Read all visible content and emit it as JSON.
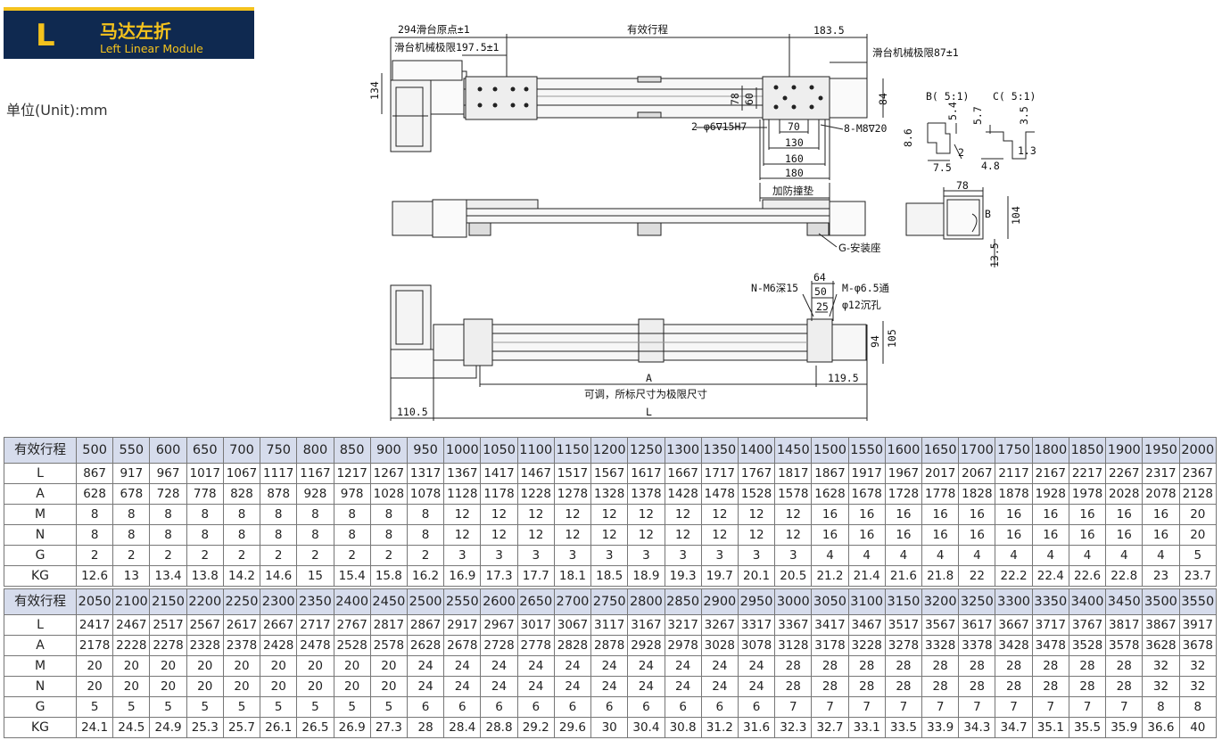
{
  "header": {
    "letter": "L",
    "title_cn": "马达左折",
    "title_en": "Left Linear Module"
  },
  "unit_label": "单位(Unit):mm",
  "drawing": {
    "top_view": {
      "d1": "294滑台原点±1",
      "d2": "有效行程",
      "d3": "183.5",
      "d4": "滑台机械极限197.5±1",
      "d5": "滑台机械极限87±1",
      "d6": "134",
      "d7": "78",
      "d8": "60",
      "d9": "84",
      "d10": "70",
      "d11": "2-φ6∇15H7",
      "d12": "8-M8∇20",
      "d13": "130",
      "d14": "160",
      "d15": "180"
    },
    "detail_b": {
      "title": "B( 5:1)",
      "d1": "5.4",
      "d2": "8.6",
      "d3": "2",
      "d4": "7.5"
    },
    "detail_c": {
      "title": "C( 5:1)",
      "d1": "5.7",
      "d2": "3.5",
      "d3": "1.3",
      "d4": "4.8"
    },
    "side_view": {
      "d1": "加防撞垫",
      "d2": "G-安装座"
    },
    "end_view": {
      "d1": "78",
      "d2": "104",
      "d3": "13.5",
      "d4": "B"
    },
    "bottom_view": {
      "d1": "64",
      "d2": "50",
      "d3": "25",
      "d4": "N-M6深15",
      "d5": "M-φ6.5通",
      "d6": "φ12沉孔",
      "d7": "94",
      "d8": "105",
      "d9": "A",
      "d10": "119.5",
      "d11": "可调，所标尺寸为极限尺寸",
      "d12": "110.5",
      "d13": "L"
    }
  },
  "table1": {
    "header_label": "有效行程",
    "strokes": [
      "500",
      "550",
      "600",
      "650",
      "700",
      "750",
      "800",
      "850",
      "900",
      "950",
      "1000",
      "1050",
      "1100",
      "1150",
      "1200",
      "1250",
      "1300",
      "1350",
      "1400",
      "1450",
      "1500",
      "1550",
      "1600",
      "1650",
      "1700",
      "1750",
      "1800",
      "1850",
      "1900",
      "1950",
      "2000"
    ],
    "rows": [
      {
        "label": "L",
        "values": [
          "867",
          "917",
          "967",
          "1017",
          "1067",
          "1117",
          "1167",
          "1217",
          "1267",
          "1317",
          "1367",
          "1417",
          "1467",
          "1517",
          "1567",
          "1617",
          "1667",
          "1717",
          "1767",
          "1817",
          "1867",
          "1917",
          "1967",
          "2017",
          "2067",
          "2117",
          "2167",
          "2217",
          "2267",
          "2317",
          "2367"
        ]
      },
      {
        "label": "A",
        "values": [
          "628",
          "678",
          "728",
          "778",
          "828",
          "878",
          "928",
          "978",
          "1028",
          "1078",
          "1128",
          "1178",
          "1228",
          "1278",
          "1328",
          "1378",
          "1428",
          "1478",
          "1528",
          "1578",
          "1628",
          "1678",
          "1728",
          "1778",
          "1828",
          "1878",
          "1928",
          "1978",
          "2028",
          "2078",
          "2128"
        ]
      },
      {
        "label": "M",
        "values": [
          "8",
          "8",
          "8",
          "8",
          "8",
          "8",
          "8",
          "8",
          "8",
          "8",
          "12",
          "12",
          "12",
          "12",
          "12",
          "12",
          "12",
          "12",
          "12",
          "12",
          "16",
          "16",
          "16",
          "16",
          "16",
          "16",
          "16",
          "16",
          "16",
          "16",
          "20"
        ]
      },
      {
        "label": "N",
        "values": [
          "8",
          "8",
          "8",
          "8",
          "8",
          "8",
          "8",
          "8",
          "8",
          "8",
          "12",
          "12",
          "12",
          "12",
          "12",
          "12",
          "12",
          "12",
          "12",
          "12",
          "16",
          "16",
          "16",
          "16",
          "16",
          "16",
          "16",
          "16",
          "16",
          "16",
          "20"
        ]
      },
      {
        "label": "G",
        "values": [
          "2",
          "2",
          "2",
          "2",
          "2",
          "2",
          "2",
          "2",
          "2",
          "2",
          "3",
          "3",
          "3",
          "3",
          "3",
          "3",
          "3",
          "3",
          "3",
          "3",
          "4",
          "4",
          "4",
          "4",
          "4",
          "4",
          "4",
          "4",
          "4",
          "4",
          "5"
        ]
      },
      {
        "label": "KG",
        "values": [
          "12.6",
          "13",
          "13.4",
          "13.8",
          "14.2",
          "14.6",
          "15",
          "15.4",
          "15.8",
          "16.2",
          "16.9",
          "17.3",
          "17.7",
          "18.1",
          "18.5",
          "18.9",
          "19.3",
          "19.7",
          "20.1",
          "20.5",
          "21.2",
          "21.4",
          "21.6",
          "21.8",
          "22",
          "22.2",
          "22.4",
          "22.6",
          "22.8",
          "23",
          "23.7"
        ]
      }
    ]
  },
  "table2": {
    "header_label": "有效行程",
    "strokes": [
      "2050",
      "2100",
      "2150",
      "2200",
      "2250",
      "2300",
      "2350",
      "2400",
      "2450",
      "2500",
      "2550",
      "2600",
      "2650",
      "2700",
      "2750",
      "2800",
      "2850",
      "2900",
      "2950",
      "3000",
      "3050",
      "3100",
      "3150",
      "3200",
      "3250",
      "3300",
      "3350",
      "3400",
      "3450",
      "3500",
      "3550"
    ],
    "rows": [
      {
        "label": "L",
        "values": [
          "2417",
          "2467",
          "2517",
          "2567",
          "2617",
          "2667",
          "2717",
          "2767",
          "2817",
          "2867",
          "2917",
          "2967",
          "3017",
          "3067",
          "3117",
          "3167",
          "3217",
          "3267",
          "3317",
          "3367",
          "3417",
          "3467",
          "3517",
          "3567",
          "3617",
          "3667",
          "3717",
          "3767",
          "3817",
          "3867",
          "3917"
        ]
      },
      {
        "label": "A",
        "values": [
          "2178",
          "2228",
          "2278",
          "2328",
          "2378",
          "2428",
          "2478",
          "2528",
          "2578",
          "2628",
          "2678",
          "2728",
          "2778",
          "2828",
          "2878",
          "2928",
          "2978",
          "3028",
          "3078",
          "3128",
          "3178",
          "3228",
          "3278",
          "3328",
          "3378",
          "3428",
          "3478",
          "3528",
          "3578",
          "3628",
          "3678"
        ]
      },
      {
        "label": "M",
        "values": [
          "20",
          "20",
          "20",
          "20",
          "20",
          "20",
          "20",
          "20",
          "20",
          "24",
          "24",
          "24",
          "24",
          "24",
          "24",
          "24",
          "24",
          "24",
          "24",
          "28",
          "28",
          "28",
          "28",
          "28",
          "28",
          "28",
          "28",
          "28",
          "28",
          "32",
          "32"
        ]
      },
      {
        "label": "N",
        "values": [
          "20",
          "20",
          "20",
          "20",
          "20",
          "20",
          "20",
          "20",
          "20",
          "24",
          "24",
          "24",
          "24",
          "24",
          "24",
          "24",
          "24",
          "24",
          "24",
          "28",
          "28",
          "28",
          "28",
          "28",
          "28",
          "28",
          "28",
          "28",
          "28",
          "32",
          "32"
        ]
      },
      {
        "label": "G",
        "values": [
          "5",
          "5",
          "5",
          "5",
          "5",
          "5",
          "5",
          "5",
          "5",
          "6",
          "6",
          "6",
          "6",
          "6",
          "6",
          "6",
          "6",
          "6",
          "6",
          "7",
          "7",
          "7",
          "7",
          "7",
          "7",
          "7",
          "7",
          "7",
          "7",
          "8",
          "8"
        ]
      },
      {
        "label": "KG",
        "values": [
          "24.1",
          "24.5",
          "24.9",
          "25.3",
          "25.7",
          "26.1",
          "26.5",
          "26.9",
          "27.3",
          "28",
          "28.4",
          "28.8",
          "29.2",
          "29.6",
          "30",
          "30.4",
          "30.8",
          "31.2",
          "31.6",
          "32.3",
          "32.7",
          "33.1",
          "33.5",
          "33.9",
          "34.3",
          "34.7",
          "35.1",
          "35.5",
          "35.9",
          "36.6",
          "40"
        ]
      }
    ]
  }
}
